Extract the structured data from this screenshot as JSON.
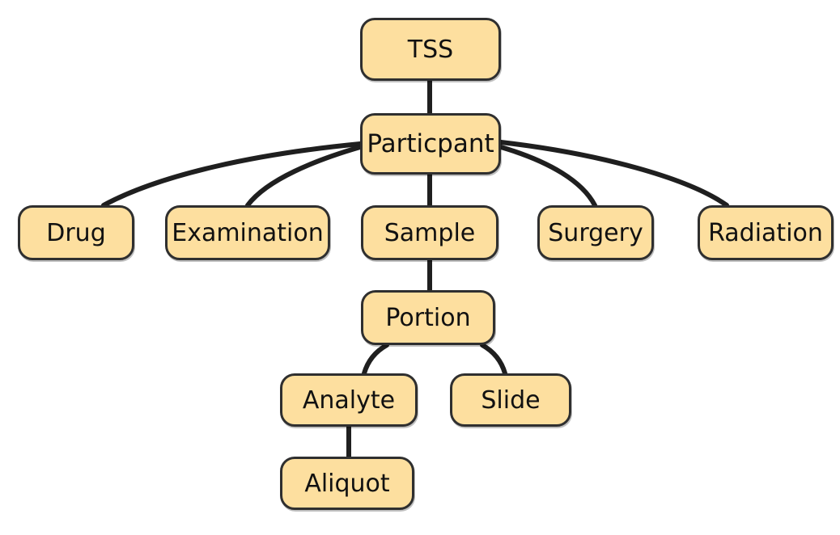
{
  "diagram": {
    "style": {
      "node_fill": "#fddf9f",
      "node_border": "#2f2f2f",
      "edge_color": "#1f1f1f",
      "text_color": "#111111"
    },
    "nodes": {
      "tss": "TSS",
      "participant": "Particpant",
      "drug": "Drug",
      "examination": "Examination",
      "sample": "Sample",
      "surgery": "Surgery",
      "radiation": "Radiation",
      "portion": "Portion",
      "analyte": "Analyte",
      "slide": "Slide",
      "aliquot": "Aliquot"
    },
    "edges": [
      {
        "from": "tss",
        "to": "participant"
      },
      {
        "from": "participant",
        "to": "drug"
      },
      {
        "from": "participant",
        "to": "examination"
      },
      {
        "from": "participant",
        "to": "sample"
      },
      {
        "from": "participant",
        "to": "surgery"
      },
      {
        "from": "participant",
        "to": "radiation"
      },
      {
        "from": "sample",
        "to": "portion"
      },
      {
        "from": "portion",
        "to": "analyte"
      },
      {
        "from": "portion",
        "to": "slide"
      },
      {
        "from": "analyte",
        "to": "aliquot"
      }
    ]
  }
}
